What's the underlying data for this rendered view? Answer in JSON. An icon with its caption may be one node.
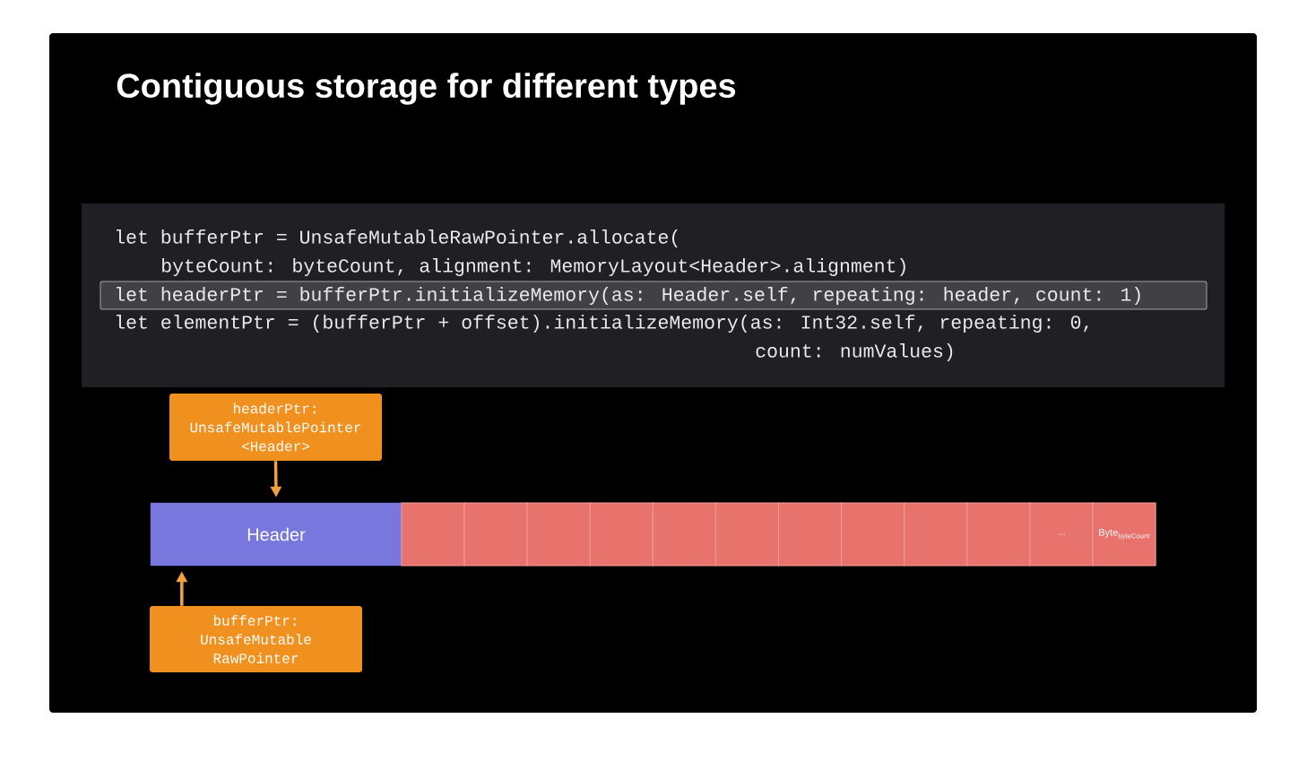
{
  "diagram": {
    "title": "Contiguous storage for different types",
    "nodes": [
      {
        "text": [
          "headerPtr: UnsafeMutablePointer <Header>"
        ]
      },
      {
        "text": [
          "Header"
        ]
      },
      {
        "text": [],
        "shape": "box"
      },
      {
        "text": [],
        "shape": "box"
      },
      {
        "text": [],
        "shape": "box"
      },
      {
        "text": [],
        "shape": "box"
      },
      {
        "text": [],
        "shape": "box"
      },
      {
        "text": [],
        "shape": "box"
      },
      {
        "text": [],
        "shape": "box"
      },
      {
        "text": [],
        "shape": "box"
      },
      {
        "text": [],
        "shape": "box"
      },
      {
        "text": [],
        "shape": "box"
      },
      {
        "text": [
          "..."
        ]
      },
      {
        "text": [
          "\\mathrm{Byte}_{\\mathrm{byteCount}}"
        ]
      },
      {
        "text": [
          "bufferPtr: UnsafeMutable RawPointer"
        ]
      }
    ],
    "edges": [
      {
        "from": 0,
        "to": 1,
        "arrow": "to"
      },
      {
        "from": 14,
        "to": 1,
        "arrow": "to"
      }
    ],
    "labels": [
      "let bufferPtr = UnsafeMutableRawPointer.allocate(",
      "byteCount: byteCount, alignment: MemoryLayout<Header>.alignment)",
      "let headerPtr = bufferPtr.initializeMemory(as: Header.self, repeating: header, count: 1)",
      "let elementPtr = (bufferPtr + offset).initializeMemory(as: Int32.self, repeating: 0,",
      "count: numValues)"
    ]
  }
}
